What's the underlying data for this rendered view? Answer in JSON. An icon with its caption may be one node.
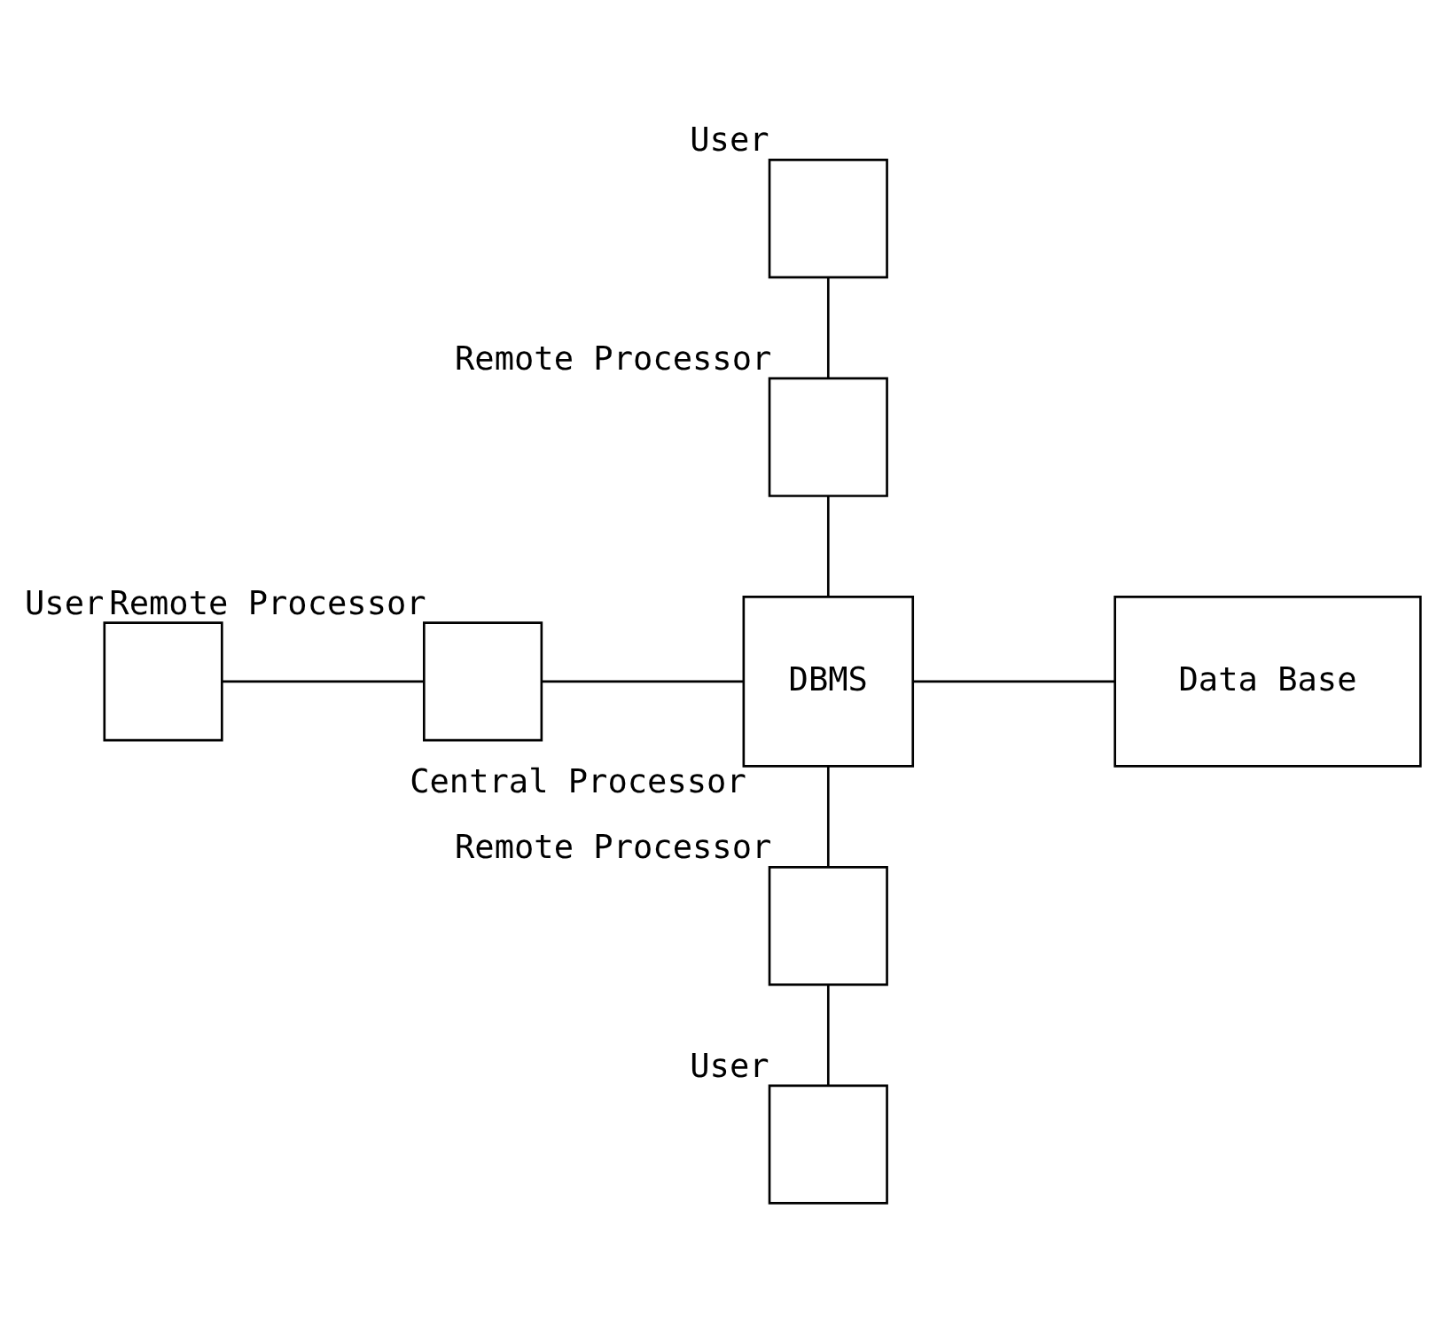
{
  "diagram": {
    "nodes": [
      {
        "text": [],
        "shape": "box",
        "beside": [
          "User"
        ]
      },
      {
        "text": [],
        "shape": "box",
        "beside": [
          "Remote Processor"
        ]
      },
      {
        "text": [],
        "shape": "box",
        "beside": [
          "User"
        ]
      },
      {
        "text": [],
        "shape": "box",
        "beside": [
          "Remote Processor"
        ]
      },
      {
        "text": [
          "DBMS"
        ],
        "beside": [
          "Central Processor"
        ]
      },
      {
        "text": [
          "Data Base"
        ]
      },
      {
        "text": [],
        "shape": "box",
        "beside": [
          "Remote Processor"
        ]
      },
      {
        "text": [],
        "shape": "box",
        "beside": [
          "User"
        ]
      }
    ],
    "edges": [
      {
        "from": 0,
        "to": 1,
        "arrow": "none"
      },
      {
        "from": 1,
        "to": 4,
        "arrow": "none"
      },
      {
        "from": 2,
        "to": 3,
        "arrow": "none"
      },
      {
        "from": 3,
        "to": 4,
        "arrow": "none"
      },
      {
        "from": 4,
        "to": 5,
        "arrow": "none"
      },
      {
        "from": 4,
        "to": 6,
        "arrow": "none"
      },
      {
        "from": 6,
        "to": 7,
        "arrow": "none"
      }
    ]
  }
}
